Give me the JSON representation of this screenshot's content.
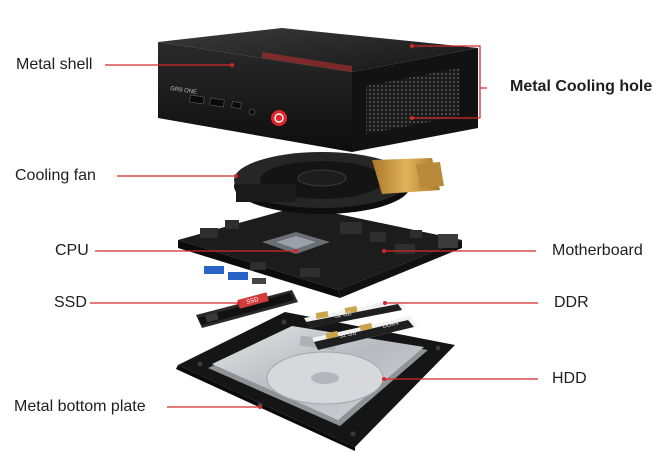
{
  "labels": {
    "metal_shell": "Metal shell",
    "metal_cooling_hole": "Metal Cooling hole",
    "cooling_fan": "Cooling fan",
    "cpu": "CPU",
    "motherboard": "Motherboard",
    "ssd": "SSD",
    "ddr": "DDR",
    "hdd": "HDD",
    "metal_bottom_plate": "Metal bottom plate"
  },
  "component_markings": {
    "front_model": "GR9 ONE",
    "ssd_chip": "SSD",
    "ram_brand_1": "DDR4",
    "ram_size_1": "32 GB",
    "ram_brand_2": "DDR4",
    "ram_size_2": "32 GB"
  },
  "colors": {
    "leader_line": "#d22a2a",
    "label_text": "#1e1e1e",
    "chassis": "#1b1b1b",
    "power_button": "#e0262b",
    "ssd_accent": "#d33c3c",
    "heat_pipe": "#c8973c",
    "hdd_metal": "#c9cbce"
  }
}
